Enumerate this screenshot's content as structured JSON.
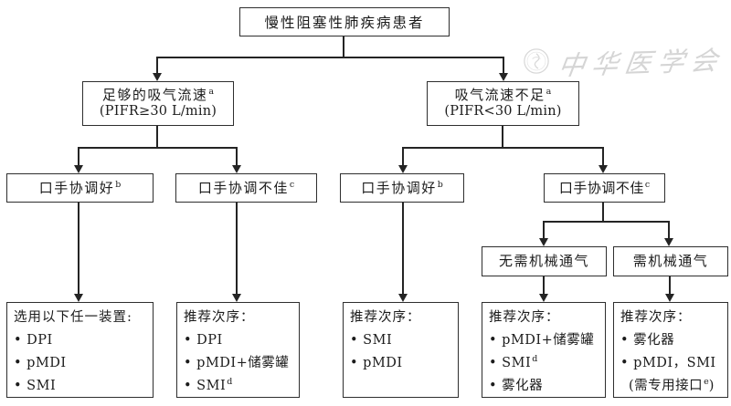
{
  "watermark": {
    "org_name": "中华医学会"
  },
  "flowchart": {
    "root": {
      "label": "慢性阻塞性肺疾病患者"
    },
    "flow_adequate": {
      "label": "足够的吸气流速",
      "sup": "a",
      "criterion": "(PIFR≥30 L/min)"
    },
    "flow_inadequate": {
      "label": "吸气流速不足",
      "sup": "a",
      "criterion": "(PIFR<30 L/min)"
    },
    "coord_good_left": {
      "label": "口手协调好",
      "sup": "b"
    },
    "coord_poor_left": {
      "label": "口手协调不佳",
      "sup": "c"
    },
    "coord_good_right": {
      "label": "口手协调好",
      "sup": "b"
    },
    "coord_poor_right": {
      "label": "口手协调不佳",
      "sup": "c"
    },
    "vent_not_needed": {
      "label": "无需机械通气"
    },
    "vent_needed": {
      "label": "需机械通气"
    },
    "rec1": {
      "title": "选用以下任一装置:",
      "items": [
        {
          "text": "DPI"
        },
        {
          "text": "pMDI"
        },
        {
          "text": "SMI"
        }
      ]
    },
    "rec2": {
      "title": "推荐次序：",
      "items": [
        {
          "text": "DPI"
        },
        {
          "text": "pMDI+储雾罐"
        },
        {
          "text": "SMI",
          "sup": "d"
        }
      ]
    },
    "rec3": {
      "title": "推荐次序：",
      "items": [
        {
          "text": "SMI"
        },
        {
          "text": "pMDI"
        }
      ]
    },
    "rec4": {
      "title": "推荐次序：",
      "items": [
        {
          "text": "pMDI+储雾罐"
        },
        {
          "text": "SMI",
          "sup": "d"
        },
        {
          "text": "雾化器"
        }
      ]
    },
    "rec5": {
      "title": "推荐次序：",
      "items": [
        {
          "text": "雾化器"
        },
        {
          "text": "pMDI，SMI"
        },
        {
          "text": "(需专用接口",
          "sup": "e",
          "tail": ")"
        }
      ]
    }
  }
}
